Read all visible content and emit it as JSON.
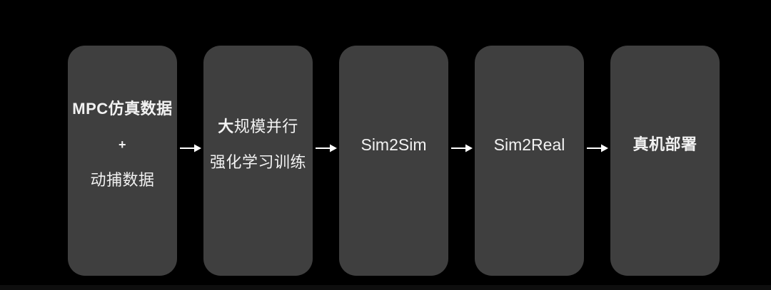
{
  "colors": {
    "background_color": "#000000",
    "box_color": "#3f3f3f",
    "text_color": "#f2f2f2",
    "arrow_color": "#ffffff"
  },
  "flowchart": {
    "type": "pipeline",
    "direction": "left-to-right",
    "stages": [
      {
        "name": "data-sources",
        "line1": "MPC仿真数据",
        "plus": "+",
        "line2": "动捕数据"
      },
      {
        "name": "rl-training",
        "line1_bold": "大",
        "line1_rest": "规模并行",
        "line2": "强化学习训练"
      },
      {
        "name": "sim2sim",
        "label": "Sim2Sim"
      },
      {
        "name": "sim2real",
        "label": "Sim2Real"
      },
      {
        "name": "real-deployment",
        "label": "真机部署"
      }
    ],
    "arrow_count": 4
  }
}
